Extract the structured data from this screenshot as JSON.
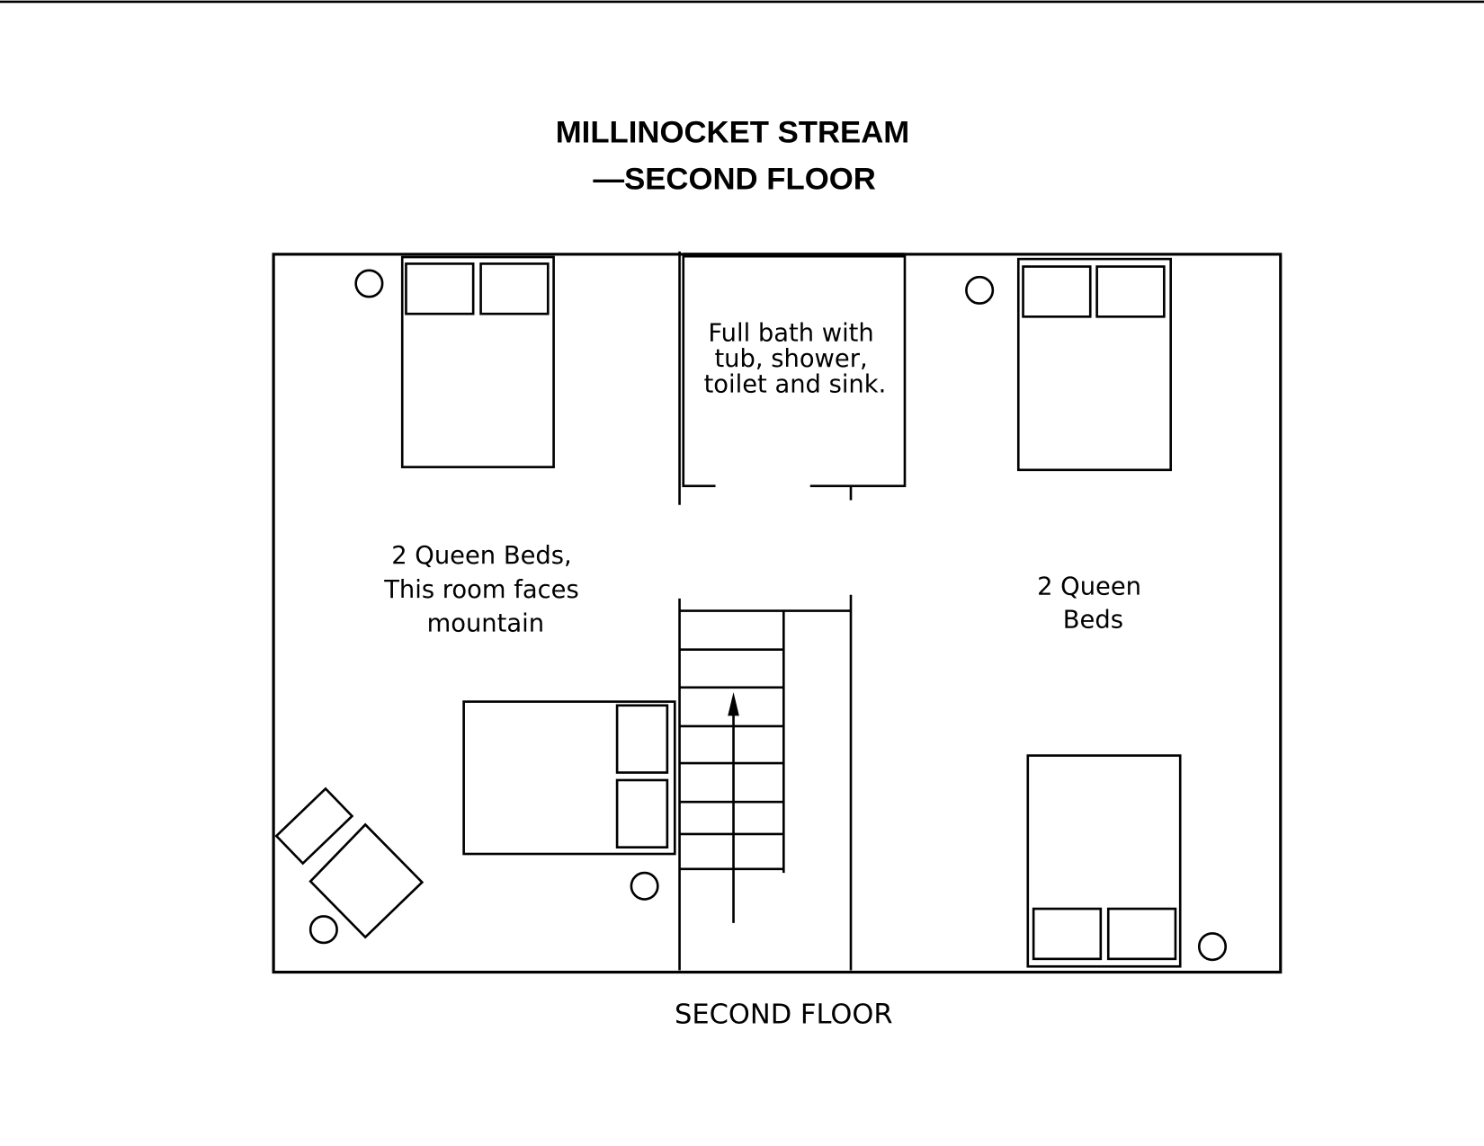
{
  "title": {
    "line1": "MILLINOCKET STREAM",
    "line2": "—SECOND FLOOR"
  },
  "rooms": {
    "bath": {
      "lines": [
        "Full bath with",
        "tub, shower,",
        "toilet and sink."
      ]
    },
    "left_bedroom": {
      "lines": [
        "2 Queen Beds,",
        "This room faces",
        "mountain"
      ]
    },
    "right_bedroom": {
      "lines": [
        "2 Queen",
        "Beds"
      ]
    }
  },
  "caption": "SECOND FLOOR"
}
